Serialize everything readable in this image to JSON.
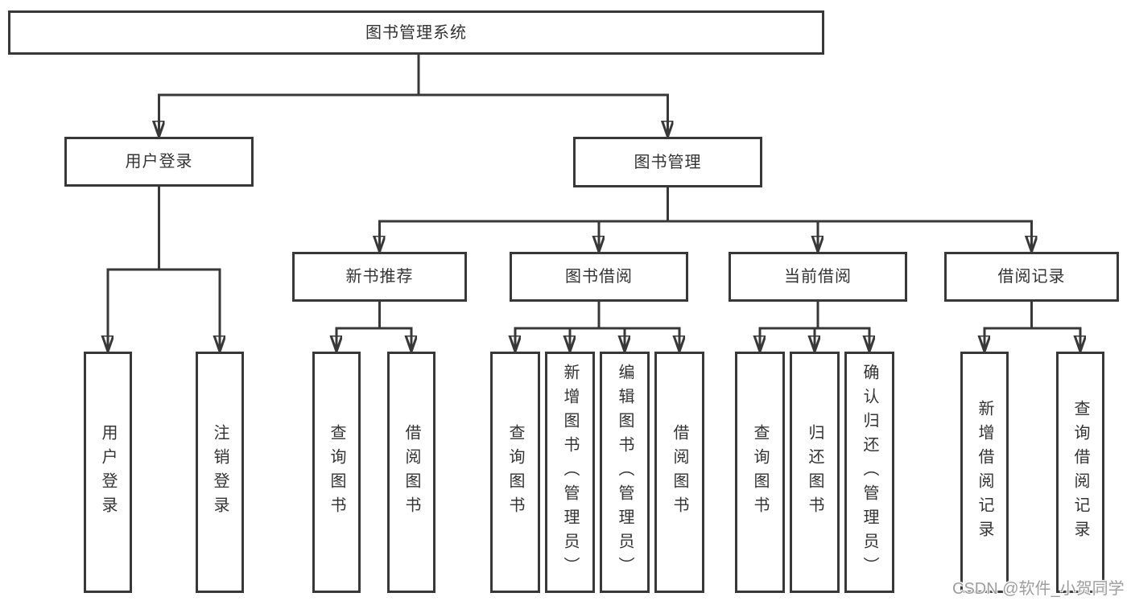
{
  "diagram": {
    "title": "图书管理系统",
    "branches": [
      {
        "label": "用户登录",
        "children": [
          {
            "label": "用户登录"
          },
          {
            "label": "注销登录"
          }
        ]
      },
      {
        "label": "图书管理",
        "children": [
          {
            "label": "新书推荐",
            "children": [
              {
                "label": "查询图书"
              },
              {
                "label": "借阅图书"
              }
            ]
          },
          {
            "label": "图书借阅",
            "children": [
              {
                "label": "查询图书"
              },
              {
                "label": "新增图书（管理员）"
              },
              {
                "label": "编辑图书（管理员）"
              },
              {
                "label": "借阅图书"
              }
            ]
          },
          {
            "label": "当前借阅",
            "children": [
              {
                "label": "查询图书"
              },
              {
                "label": "归还图书"
              },
              {
                "label": "确认归还（管理员）"
              }
            ]
          },
          {
            "label": "借阅记录",
            "children": [
              {
                "label": "新增借阅记录"
              },
              {
                "label": "查询借阅记录"
              }
            ]
          }
        ]
      }
    ]
  },
  "colors": {
    "line": "#383838",
    "text": "#333333",
    "watermark_text": "#9e9e9e",
    "background": "#ffffff"
  },
  "watermark": {
    "text": "CSDN @软件_小贺同学"
  }
}
